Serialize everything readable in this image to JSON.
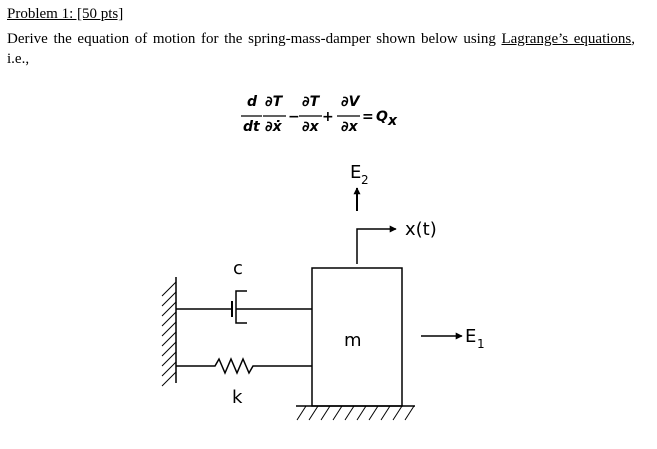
{
  "problem": {
    "heading": "Problem 1: [50 pts]",
    "instruction_before_link": "Derive the equation of motion for the spring-mass-damper shown below using ",
    "link_text": "Lagrange’s equations",
    "instruction_after_link": ", i.e.,"
  },
  "equation": {
    "d": "d",
    "dt": "dt",
    "dT1": "∂T",
    "dxdot": "∂ẋ",
    "minus": "−",
    "dT2": "∂T",
    "dx1": "∂x",
    "plus": "+",
    "dV": "∂V",
    "dx2": "∂x",
    "equals": "=",
    "Q": "Q",
    "Q_sub": "x"
  },
  "diagram": {
    "e2": "E",
    "e2_sub": "2",
    "e1": "E",
    "e1_sub": "1",
    "displacement": "x(t)",
    "damper": "c",
    "spring": "k",
    "mass": "m"
  }
}
